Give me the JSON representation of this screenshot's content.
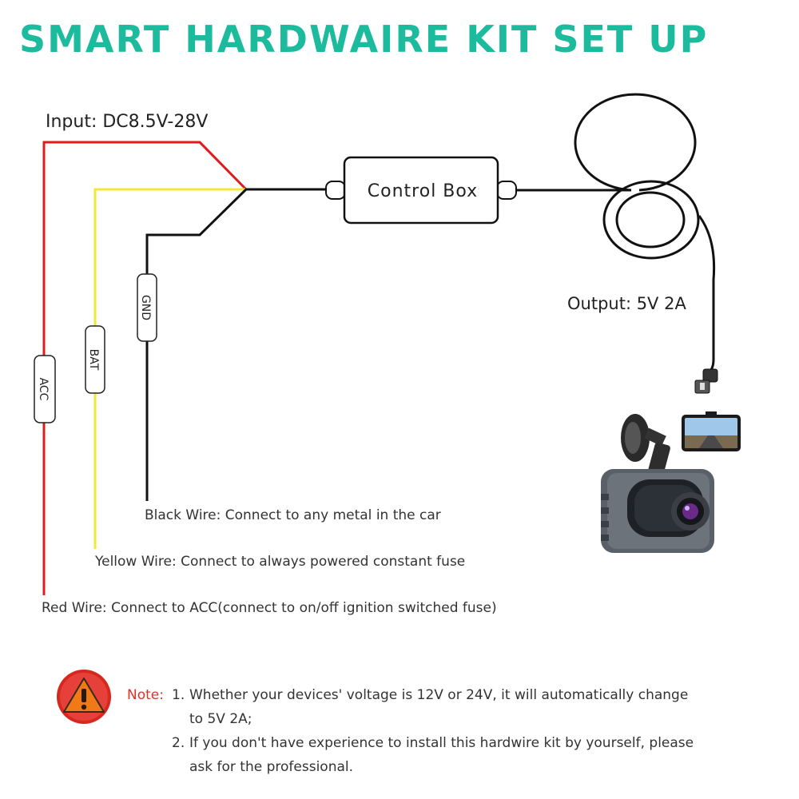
{
  "title": "SMART HARDWAIRE KIT SET UP",
  "colors": {
    "title": "#1dbb9e",
    "red_wire": "#e01b1b",
    "yellow_wire": "#f3e83a",
    "black_wire": "#111111",
    "note_label": "#e0322a",
    "warning_red": "#d7281f"
  },
  "input_label": "Input: DC8.5V-28V",
  "output_label": "Output: 5V 2A",
  "control_box_label": "Control Box",
  "fuse_tags": {
    "gnd": "GND",
    "bat": "BAT",
    "acc": "ACC"
  },
  "wire_descriptions": {
    "black": "Black Wire: Connect to any metal in the car",
    "yellow": "Yellow Wire: Connect to always powered constant fuse",
    "red": "Red Wire: Connect to ACC(connect to on/off ignition switched fuse)"
  },
  "note": {
    "label": "Note:",
    "items": [
      {
        "num": "1.",
        "text": "Whether your devices' voltage is 12V or 24V, it will automatically change to 5V 2A;"
      },
      {
        "num": "2.",
        "text": "If you don't have experience to install this hardwire kit by yourself, please ask for the professional."
      }
    ]
  },
  "icons": {
    "warning": "warning-icon",
    "dashcam": "dashcam-icon"
  }
}
